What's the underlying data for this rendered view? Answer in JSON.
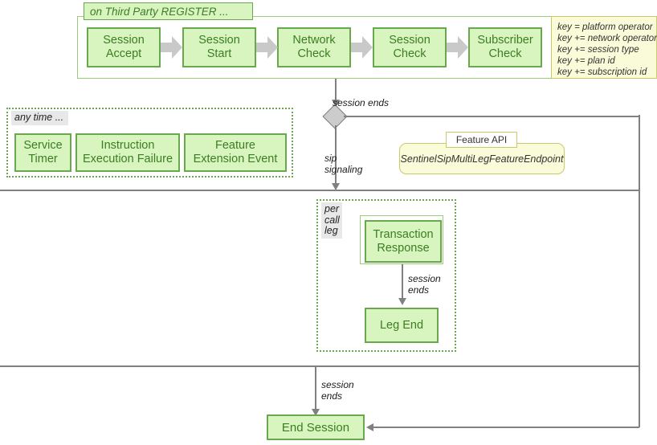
{
  "diagram": {
    "title_tab": "on Third Party REGISTER ...",
    "key_box": {
      "lines": [
        "key = platform operator",
        "key += network operator",
        "key += session type",
        "key += plan id",
        "key += subscription id"
      ]
    },
    "register_flow": [
      {
        "label": "Session\nAccept"
      },
      {
        "label": "Session\nStart"
      },
      {
        "label": "Network\nCheck"
      },
      {
        "label": "Session\nCheck"
      },
      {
        "label": "Subscriber\nCheck"
      }
    ],
    "any_time": {
      "group_label": "any time ...",
      "items": [
        {
          "label": "Service\nTimer"
        },
        {
          "label": "Instruction\nExecution Failure"
        },
        {
          "label": "Feature\nExtension Event"
        }
      ]
    },
    "feature_api": {
      "tab_label": "Feature API",
      "endpoint": "SentinelSipMultiLegFeatureEndpoint"
    },
    "per_call_leg": {
      "group_label": "per\ncall\nleg",
      "transaction_response": "Transaction\nResponse",
      "leg_end": "Leg End",
      "edge_label": "session\nends"
    },
    "end_session": {
      "label": "End Session"
    },
    "edges": {
      "session_ends_top": "session ends",
      "sip_signaling": "sip\nsignaling",
      "session_ends_bottom": "session\nends"
    },
    "colors": {
      "box_fill": "#d8f5c0",
      "box_border": "#6aa84f",
      "box_text": "#3c7d22",
      "key_fill": "#fafbd8",
      "key_border": "#c9c96a",
      "line": "#808080",
      "arrow_fill": "#c9c9c9",
      "group_label_bg": "#e8e8e8"
    }
  }
}
